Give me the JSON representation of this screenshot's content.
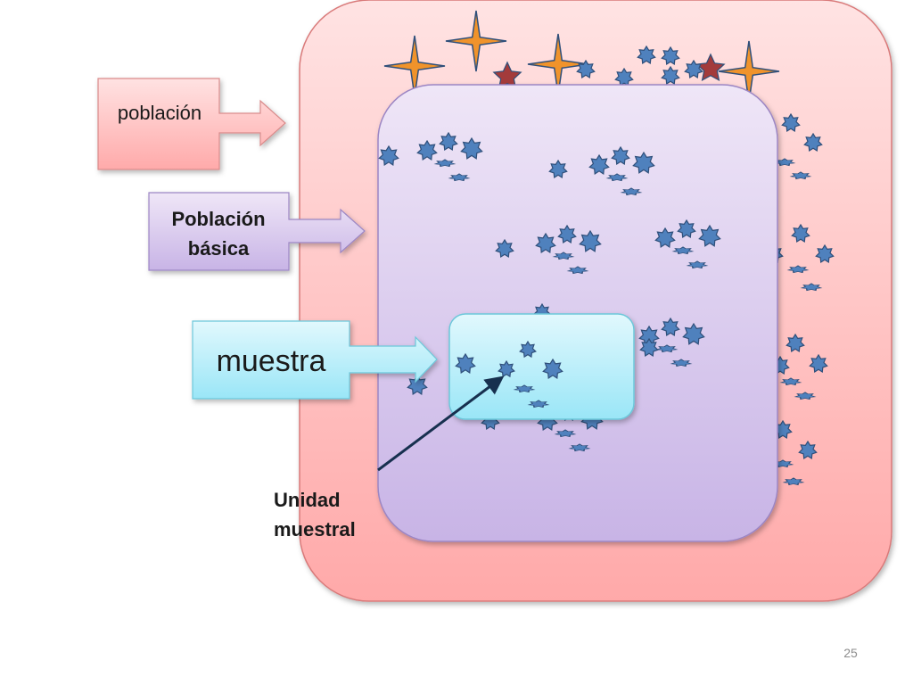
{
  "labels": {
    "poblacion": "población",
    "poblacion_basica_line1": "Población",
    "poblacion_basica_line2": "básica",
    "muestra": "muestra",
    "unidad_muestral_line1": "Unidad",
    "unidad_muestral_line2": "muestral"
  },
  "slide_number": "25",
  "colors": {
    "poblacion_fill": "#ffc4c4",
    "poblacion_basica_fill": "#d9c7ee",
    "muestra_fill": "#a9ecf9",
    "star_blue": "#4f81bd",
    "star_outline": "#2f4f7a",
    "star_red": "#a33b3b",
    "sparkle_orange": "#f0932b",
    "pointer_line": "#17304f"
  },
  "icons": [
    "blue-star-icon",
    "red-star-icon",
    "orange-sparkle-icon",
    "right-arrow-icon"
  ]
}
